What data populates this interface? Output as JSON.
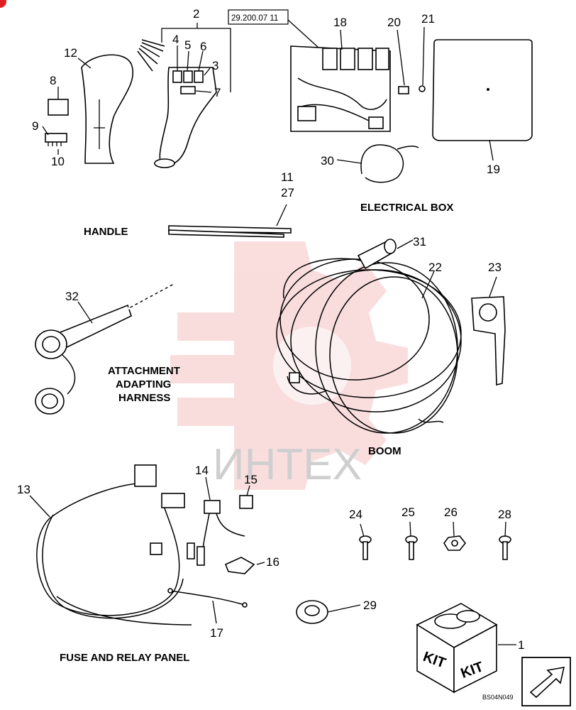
{
  "reference_box": "29.200.07 11",
  "section_labels": {
    "handle": "HANDLE",
    "electrical_box": "ELECTRICAL BOX",
    "attachment_line1": "ATTACHMENT",
    "attachment_line2": "ADAPTING",
    "attachment_line3": "HARNESS",
    "boom": "BOOM",
    "fuse_relay": "FUSE AND RELAY PANEL"
  },
  "watermark": "ИНТЕХ",
  "callouts": {
    "c1": "1",
    "c2": "2",
    "c3": "3",
    "c4": "4",
    "c5": "5",
    "c6": "6",
    "c7": "7",
    "c8": "8",
    "c9": "9",
    "c10": "10",
    "c11": "11",
    "c12": "12",
    "c13": "13",
    "c14": "14",
    "c15": "15",
    "c16": "16",
    "c17": "17",
    "c18": "18",
    "c19": "19",
    "c20": "20",
    "c21": "21",
    "c22": "22",
    "c23": "23",
    "c24": "24",
    "c25": "25",
    "c26": "26",
    "c27": "27",
    "c28": "28",
    "c29": "29",
    "c30": "30",
    "c31": "31",
    "c32": "32"
  },
  "kit_text": "KIT",
  "figure_code": "BS04N049",
  "colors": {
    "ink": "#000000",
    "watermark": "#f2b5b5",
    "badge": "#e02020"
  }
}
